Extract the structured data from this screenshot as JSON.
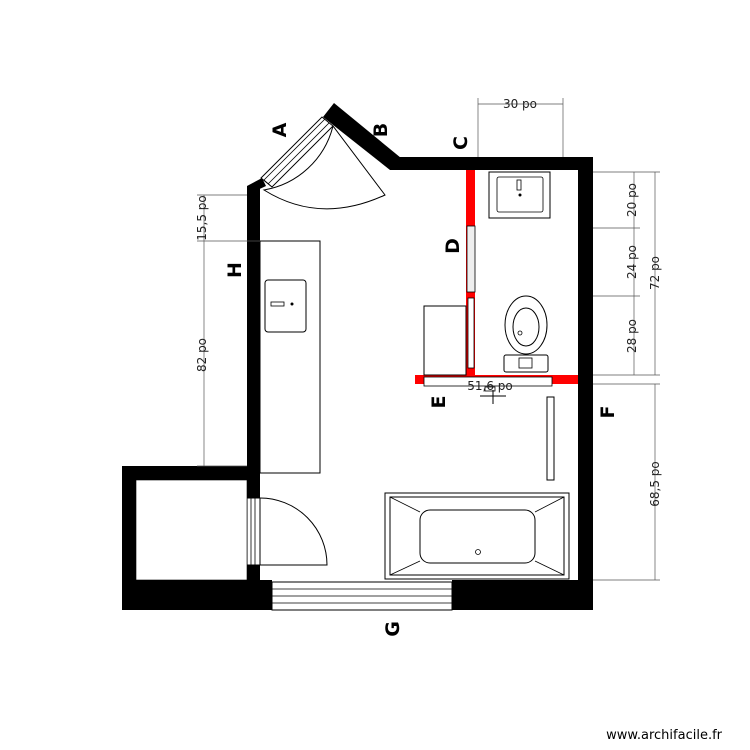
{
  "plan": {
    "wall_labels": {
      "a": "A",
      "b": "B",
      "c": "C",
      "d": "D",
      "e": "E",
      "f": "F",
      "g": "G",
      "h": "H"
    },
    "dimensions": {
      "top_width": "30 po",
      "right_top": "20 po",
      "right_middle": "24 po",
      "right_lower": "28 po",
      "right_total": "72 po",
      "right_bottom": "68,5 po",
      "left_top": "15,5 po",
      "left_main": "82 po",
      "partition_width": "51,6 po"
    },
    "watermark": "www.archifacile.fr",
    "colors": {
      "wall": "#000000",
      "partition": "#ff0000",
      "dimension_line": "#555555"
    }
  }
}
